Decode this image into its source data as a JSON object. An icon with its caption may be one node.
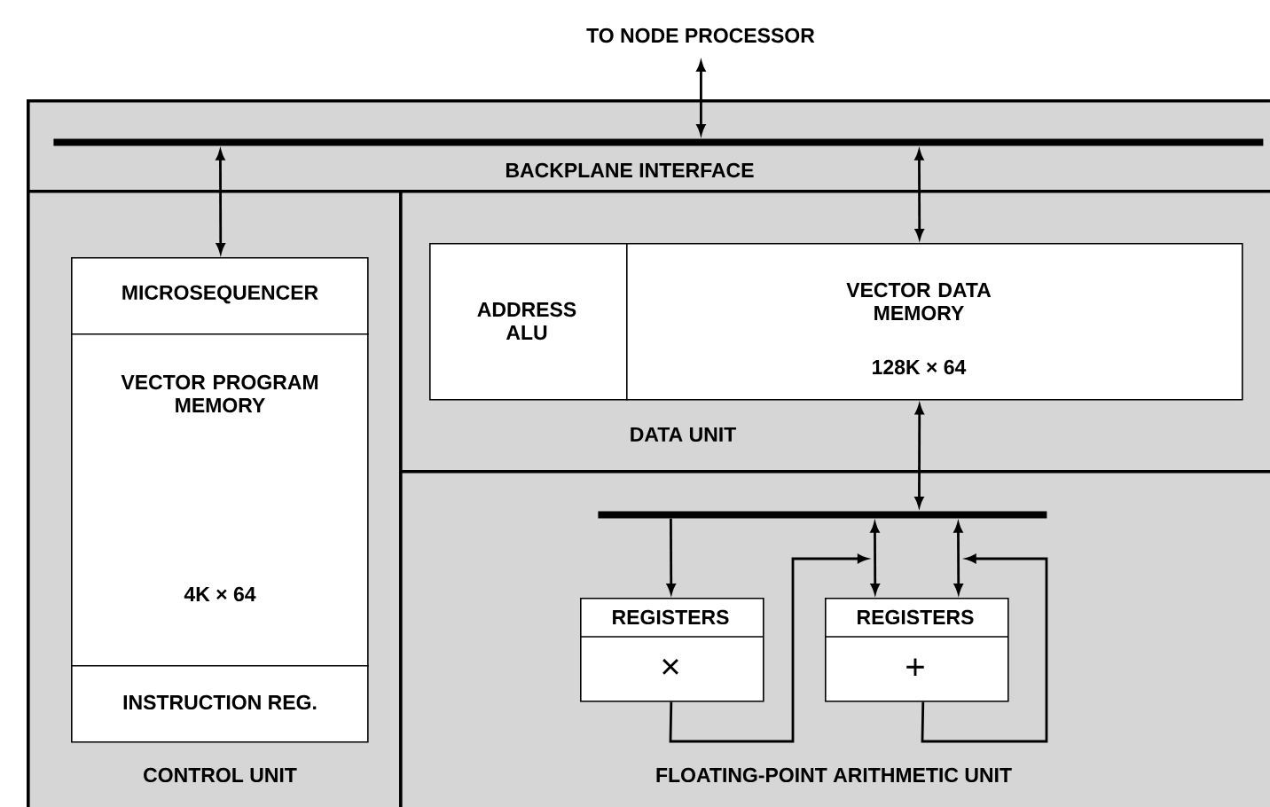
{
  "diagram": {
    "nodes": [
      {
        "text": [
          "TO NODE PROCESSOR"
        ]
      },
      {
        "text": [
          "BACKPLANE INTERFACE"
        ]
      },
      {
        "text": [],
        "shape": "bar",
        "in": 1
      },
      {
        "text": [
          "CONTROL UNIT"
        ]
      },
      {
        "text": [
          "MICROSEQUENCER"
        ],
        "in": 3
      },
      {
        "text": [
          "VECTOR PROGRAM MEMORY",
          "4K × 64"
        ],
        "in": 3
      },
      {
        "text": [
          "INSTRUCTION REG."
        ],
        "in": 3
      },
      {
        "text": [
          "DATA UNIT"
        ]
      },
      {
        "text": [
          "ADDRESS ALU"
        ],
        "in": 7
      },
      {
        "text": [
          "VECTOR DATA MEMORY",
          "128K × 64"
        ],
        "in": 7
      },
      {
        "text": [
          "FLOATING-POINT ARITHMETIC UNIT"
        ]
      },
      {
        "text": [],
        "shape": "bar",
        "in": 10
      },
      {
        "text": [
          "REGISTERS",
          "×"
        ],
        "in": 10
      },
      {
        "text": [
          "REGISTERS",
          "+"
        ],
        "in": 10
      }
    ],
    "edges": [
      {
        "from": 0,
        "to": 2,
        "arrow": "both"
      },
      {
        "from": 2,
        "to": 4,
        "arrow": "both"
      },
      {
        "from": 2,
        "to": 9,
        "arrow": "both"
      },
      {
        "from": 9,
        "to": 11,
        "arrow": "both"
      },
      {
        "from": 11,
        "to": 12,
        "arrow": "to"
      },
      {
        "from": 11,
        "to": 13,
        "arrow": "both"
      },
      {
        "from": 11,
        "to": 13,
        "arrow": "both"
      },
      {
        "from": 12,
        "to": 13,
        "arrow": "to"
      },
      {
        "from": 13,
        "to": 13,
        "arrow": "to"
      }
    ]
  }
}
